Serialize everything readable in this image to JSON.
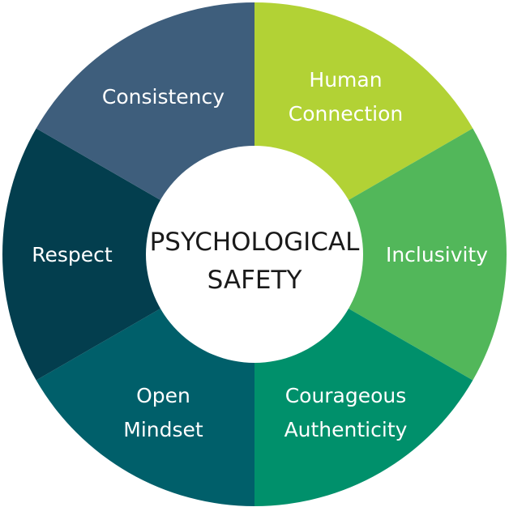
{
  "center": {
    "lines": [
      "PSYCHOLOGICAL",
      "SAFETY"
    ],
    "fill": "#ffffff"
  },
  "segments": [
    {
      "id": "human-connection",
      "lines": [
        "Human",
        "Connection"
      ],
      "color": "#b2d235"
    },
    {
      "id": "inclusivity",
      "lines": [
        "Inclusivity"
      ],
      "color": "#52b75a"
    },
    {
      "id": "courageous-authenticity",
      "lines": [
        "Courageous",
        "Authenticity"
      ],
      "color": "#00906b"
    },
    {
      "id": "open-mindset",
      "lines": [
        "Open",
        "Mindset"
      ],
      "color": "#005f6a"
    },
    {
      "id": "respect",
      "lines": [
        "Respect"
      ],
      "color": "#033e4e"
    },
    {
      "id": "consistency",
      "lines": [
        "Consistency"
      ],
      "color": "#3e5e7c"
    }
  ]
}
